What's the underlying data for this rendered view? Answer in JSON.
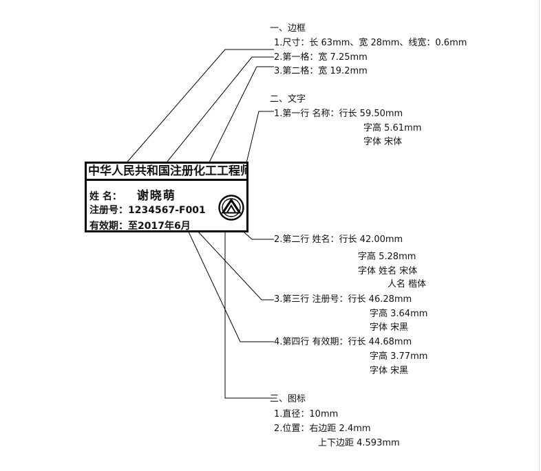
{
  "stamp": {
    "title": "中华人民共和国注册化工工程师",
    "name_label": "姓  名：",
    "name_value": "谢晓萌",
    "reg_label": "注册号：",
    "reg_value": "1234567-F001",
    "valid_label": "有效期：",
    "valid_value": "至2017年6月"
  },
  "spec": {
    "border": {
      "heading": "一、边框",
      "items": [
        "1.尺寸：长 63mm、宽 28mm、线宽：0.6mm",
        "2.第一格：宽 7.25mm",
        "3.第二格：宽 19.2mm"
      ]
    },
    "text": {
      "heading": "二、文字",
      "line1": [
        "1.第一行 名称：行长 59.50mm",
        "字高 5.61mm",
        "字体 宋体"
      ],
      "line2": [
        "2.第二行 姓名：行长 42.00mm",
        "字高 5.28mm",
        "字体 姓名 宋体",
        "人名 楷体"
      ],
      "line3": [
        "3.第三行 注册号：行长 46.28mm",
        "字高 3.64mm",
        "字体 宋黑"
      ],
      "line4": [
        "4.第四行 有效期：行长 44.68mm",
        "字高 3.77mm",
        "字体 宋黑"
      ]
    },
    "icon": {
      "heading": "三、图标",
      "items": [
        "1.直径：10mm",
        "2.位置：右边距 2.4mm",
        "上下边距 4.593mm"
      ]
    }
  }
}
